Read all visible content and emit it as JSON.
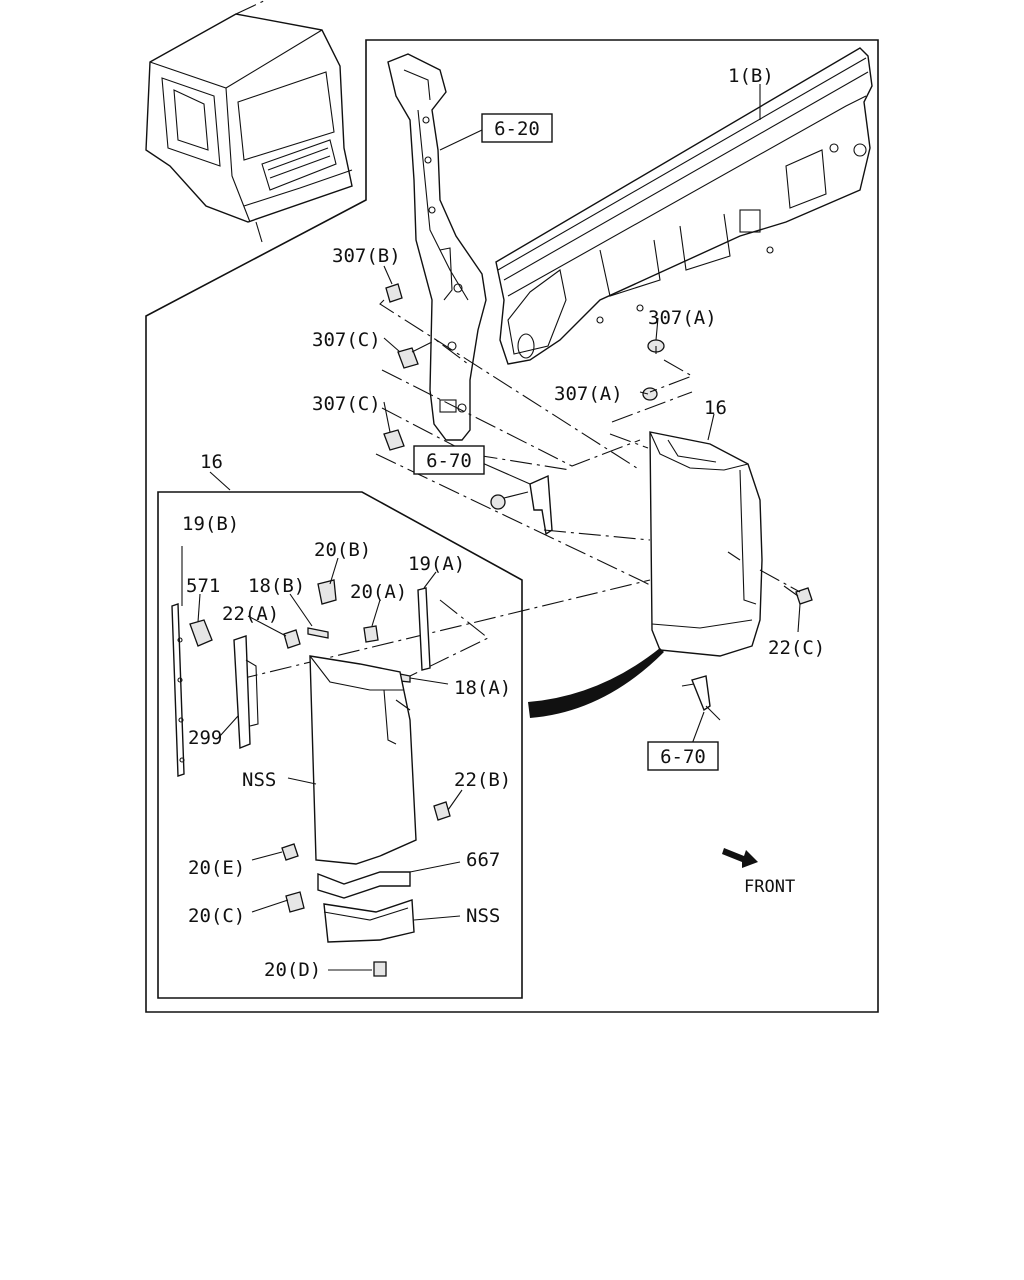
{
  "diagram": {
    "refs": {
      "r620": "6-20",
      "r670a": "6-70",
      "r670b": "6-70"
    },
    "labels": {
      "l1b": "1(B)",
      "l307b": "307(B)",
      "l307c1": "307(C)",
      "l307c2": "307(C)",
      "l307a1": "307(A)",
      "l307a2": "307(A)",
      "l16a": "16",
      "l16b": "16",
      "l22c": "22(C)",
      "l19b": "19(B)",
      "l571": "571",
      "l18b": "18(B)",
      "l20b": "20(B)",
      "l20a": "20(A)",
      "l19a": "19(A)",
      "l22a": "22(A)",
      "l18a": "18(A)",
      "l299": "299",
      "lnss1": "NSS",
      "l22b": "22(B)",
      "l20e": "20(E)",
      "l667": "667",
      "l20c": "20(C)",
      "lnss2": "NSS",
      "l20d": "20(D)",
      "front": "FRONT"
    },
    "icons": [
      "front-arrow-icon"
    ]
  }
}
